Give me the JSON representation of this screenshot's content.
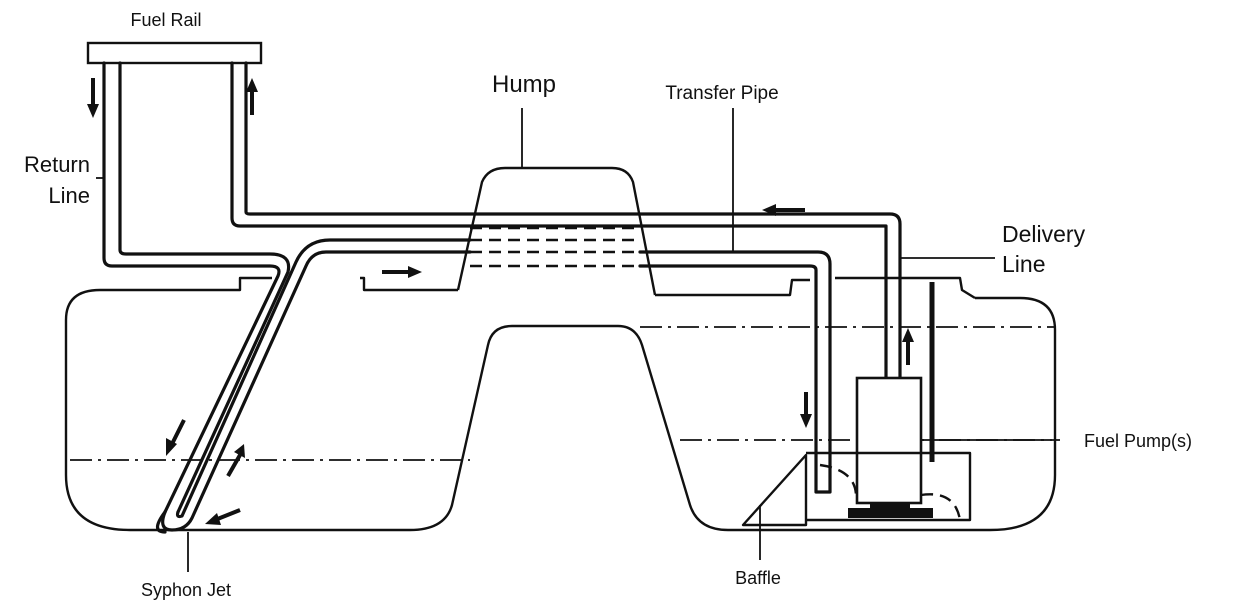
{
  "labels": {
    "fuel_rail": "Fuel Rail",
    "return_line_1": "Return",
    "return_line_2": "Line",
    "hump": "Hump",
    "transfer_pipe": "Transfer Pipe",
    "delivery_line_1": "Delivery",
    "delivery_line_2": "Line",
    "fuel_pumps": "Fuel Pump(s)",
    "syphon_jet": "Syphon Jet",
    "baffle": "Baffle"
  },
  "icons": {
    "flow_arrow": "arrow-icon"
  }
}
